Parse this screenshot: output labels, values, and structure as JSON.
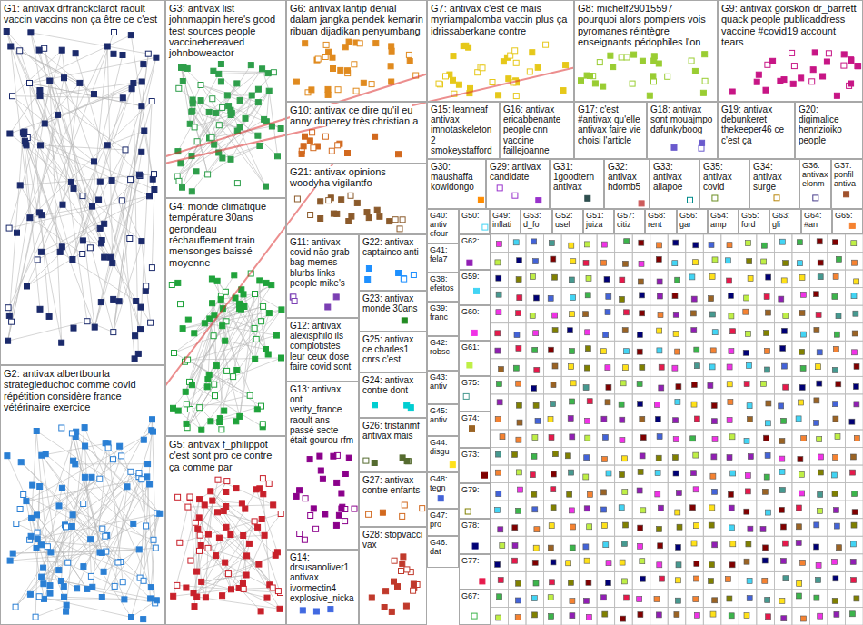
{
  "diagram": {
    "nodes": [
      {
        "text": [
          "G1: antivax drfranckclarot raoult vaccin vaccins non ça être ce c'est"
        ]
      },
      {
        "text": [
          "G2: antivax albertbourla strategieduchoc comme covid répétition considère france vétérinaire exercice"
        ]
      },
      {
        "text": [
          "G3: antivax list johnmappin here's good test sources people vaccinebereaved johnboweactor"
        ]
      },
      {
        "text": [
          "G4: monde climatique température 30ans gerondeau réchauffement train mensonges baissé moyenne"
        ]
      },
      {
        "text": [
          "G5: antivax f_philippot c'est sont pro ce contre ça comme par"
        ]
      },
      {
        "text": [
          "G6: antivax lantip denial dalam jangka pendek kemarin ribuan dijadikan penyumbang"
        ]
      },
      {
        "text": [
          "G7: antivax c'est ce mais myriampalomba vaccin plus ça idrissaberkane contre"
        ]
      },
      {
        "text": [
          "G8: michelf29015597 pourquoi alors pompiers vois pyromanes réintègre enseignants pédophiles l'on"
        ]
      },
      {
        "text": [
          "G9: antivax gorskon dr_barrett quack people publicaddress vaccine #covid19 account tears"
        ]
      },
      {
        "text": [
          "G10: antivax ce dire qu'il eu anny duperey très christian a"
        ]
      },
      {
        "text": [
          "G21: antivax opinions woodyha vigilantfo"
        ]
      },
      {
        "text": [
          "G15: leanneaf antivax imnotaskeleton2 smokeystafford"
        ]
      },
      {
        "text": [
          "G16: antivax ericabbenante people cnn vaccine faillejoanne"
        ]
      },
      {
        "text": [
          "G17: c'est #antivax qu'elle antivax faire vie choisi l'article"
        ]
      },
      {
        "text": [
          "G18: antivax sont mouajmpo dafunkyboog"
        ]
      },
      {
        "text": [
          "G19: antivax debunkeret thekeeper46 ce c'est ça"
        ]
      },
      {
        "text": [
          "G20: digimalice henrizioiko people"
        ]
      },
      {
        "text": [
          "G30: maushaffa kowidongo"
        ]
      },
      {
        "text": [
          "G29: antivax candidate"
        ]
      },
      {
        "text": [
          "G31: 1goodtern antivax"
        ]
      },
      {
        "text": [
          "G32: antivax hdomb5"
        ]
      },
      {
        "text": [
          "G33: antivax allapoe"
        ]
      },
      {
        "text": [
          "G35: antivax covid"
        ]
      },
      {
        "text": [
          "G34: antivax surge"
        ]
      },
      {
        "text": [
          "G36: antivax elonm"
        ]
      },
      {
        "text": [
          "G37: ponfil antiva"
        ]
      },
      {
        "text": [
          "G11: antivax covid não grab bag memes blurbs links people mike's"
        ]
      },
      {
        "text": [
          "G22: antivax captainco anti"
        ]
      },
      {
        "text": [
          "G23: antivax monde 30ans"
        ]
      },
      {
        "text": [
          "G12: antivax alexisphilo ils complotistes leur ceux dose faire covid sont"
        ]
      },
      {
        "text": [
          "G25: antivax ce charles1 cnrs c'est"
        ]
      },
      {
        "text": [
          "G13: antivax ont verity_france raoult ans passé secte était gourou rfm"
        ]
      },
      {
        "text": [
          "G24: antivax contre dont"
        ]
      },
      {
        "text": [
          "G26: tristanmf antivax mais"
        ]
      },
      {
        "text": [
          "G27: antivax contre enfants"
        ]
      },
      {
        "text": [
          "G14: drsusanoliver1 antivax ivormectin4 explosive_nicka"
        ]
      },
      {
        "text": [
          "G28: stopvacci vax"
        ]
      },
      {
        "text": [
          "G40: antiv cfour"
        ]
      },
      {
        "text": [
          "G41: fela7"
        ]
      },
      {
        "text": [
          "G38: efeitos"
        ]
      },
      {
        "text": [
          "G39: franc"
        ]
      },
      {
        "text": [
          "G42: robsc"
        ]
      },
      {
        "text": [
          "G43: antiv"
        ]
      },
      {
        "text": [
          "G45: antiv"
        ]
      },
      {
        "text": [
          "G44: disgu"
        ]
      },
      {
        "text": [
          "G48: tegn"
        ]
      },
      {
        "text": [
          "G47: pro"
        ]
      },
      {
        "text": [
          "G46: dat"
        ]
      },
      {
        "text": [
          "G50:"
        ]
      },
      {
        "text": [
          "G49: inflati"
        ]
      },
      {
        "text": [
          "G53: d_fo"
        ]
      },
      {
        "text": [
          "G52: usel"
        ]
      },
      {
        "text": [
          "G51: juiza"
        ]
      },
      {
        "text": [
          "G57: citiz"
        ]
      },
      {
        "text": [
          "G58: rent"
        ]
      },
      {
        "text": [
          "G56: gar"
        ]
      },
      {
        "text": [
          "G54: amp"
        ]
      },
      {
        "text": [
          "G55: ford"
        ]
      },
      {
        "text": [
          "G63: gli"
        ]
      },
      {
        "text": [
          "G64: #an"
        ]
      },
      {
        "text": [
          "G65:"
        ]
      },
      {
        "text": [
          "G62:"
        ]
      },
      {
        "text": [
          "G59:"
        ]
      },
      {
        "text": [
          "G60:"
        ]
      },
      {
        "text": [
          "G61:"
        ]
      },
      {
        "text": [
          "G75:"
        ]
      },
      {
        "text": [
          "G74:"
        ]
      },
      {
        "text": [
          "G73:"
        ]
      },
      {
        "text": [
          "G79:"
        ]
      },
      {
        "text": [
          "G78:"
        ]
      },
      {
        "text": [
          "G77:"
        ]
      },
      {
        "text": [
          "G67:"
        ]
      }
    ],
    "edges": [
      {
        "from": 0,
        "to": 1,
        "arrow": "none"
      },
      {
        "from": 1,
        "to": 4,
        "arrow": "none"
      },
      {
        "from": 0,
        "to": 3,
        "arrow": "none"
      },
      {
        "from": 3,
        "to": 4,
        "arrow": "none"
      },
      {
        "from": 0,
        "to": 2,
        "arrow": "none"
      },
      {
        "from": 1,
        "to": 9,
        "arrow": "none"
      },
      {
        "from": 4,
        "to": 31,
        "arrow": "none"
      },
      {
        "from": 0,
        "to": 6,
        "arrow": "none"
      },
      {
        "from": 3,
        "to": 29,
        "arrow": "none"
      },
      {
        "from": 0,
        "to": 7,
        "arrow": "none"
      }
    ]
  }
}
